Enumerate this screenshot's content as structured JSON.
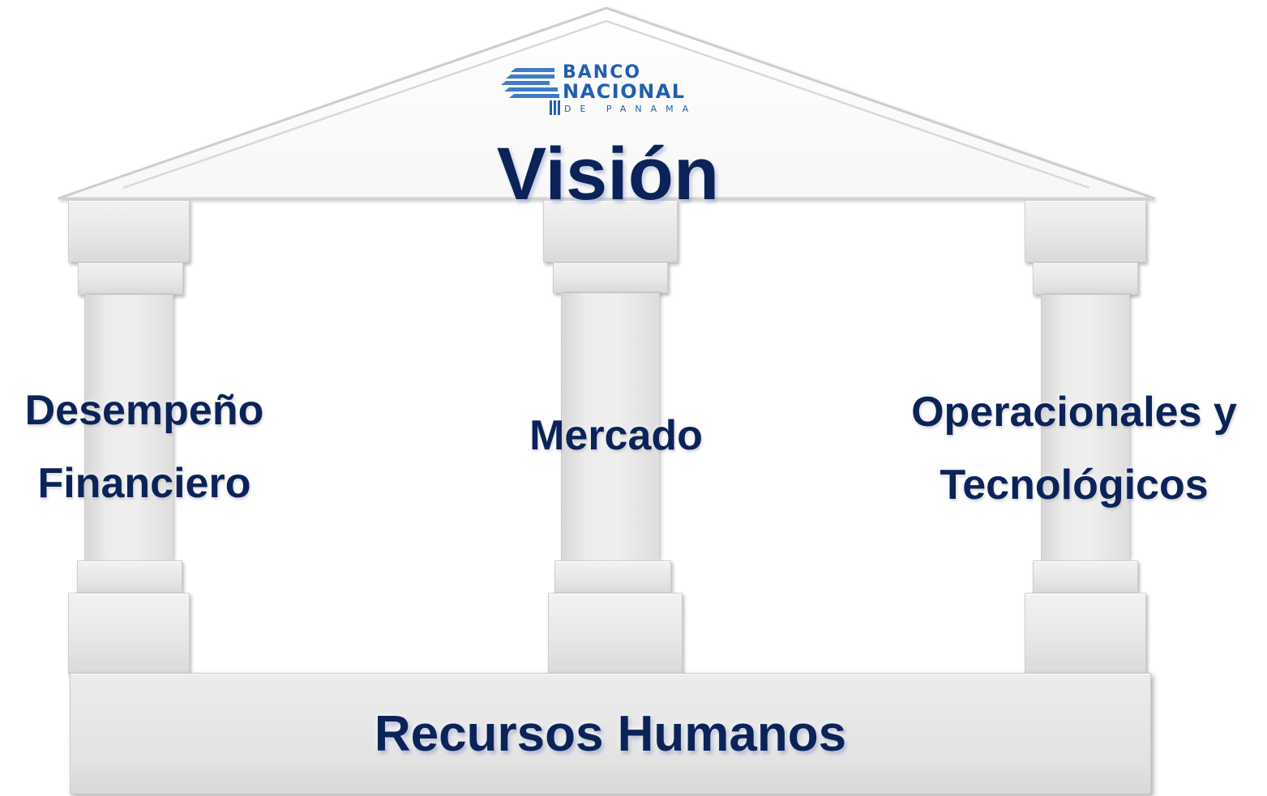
{
  "roof": {
    "logo": {
      "line1": "BANCO",
      "line2": "NACIONAL",
      "line3": "DE PANAMA",
      "color": "#1f5fae"
    },
    "title": "Visión"
  },
  "pillars": [
    {
      "line1": "Desempeño",
      "line2": "Financiero"
    },
    {
      "line1": "Mercado"
    },
    {
      "line1": "Operacionales y",
      "line2": "Tecnológicos"
    }
  ],
  "foundation": {
    "label": "Recursos Humanos"
  },
  "colors": {
    "text": "#0c2359",
    "stone": "#e6e6e6",
    "stone_edge": "#cfcfcf"
  }
}
